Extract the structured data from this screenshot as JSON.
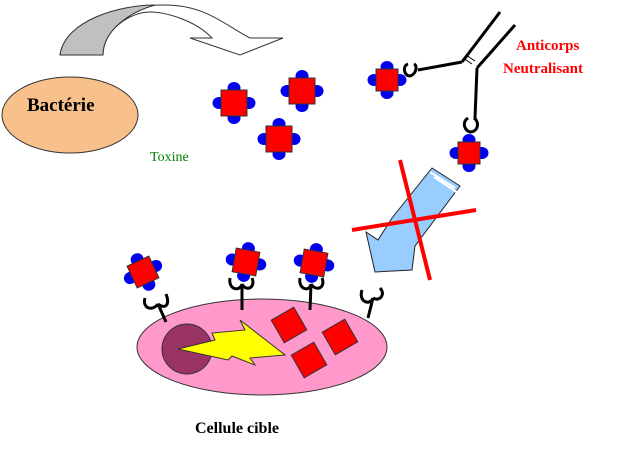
{
  "labels": {
    "bacteria": "Bactérie",
    "toxin": "Toxine",
    "antibody_line1": "Anticorps",
    "antibody_line2": "Neutralisant",
    "target_cell": "Cellule cible"
  },
  "colors": {
    "bacteria_fill": "#f8c08a",
    "toxin_square": "#ff0000",
    "toxin_dot": "#0000ee",
    "cell_fill": "#ff99cc",
    "nucleus_fill": "#993366",
    "lightning": "#ffff00",
    "blocked_arrow": "#99ccff",
    "cross": "#ff0000",
    "toxin_label": "#008000",
    "antibody_label": "#ff0000",
    "curved_arrow_fill": "#c0c0c0"
  }
}
